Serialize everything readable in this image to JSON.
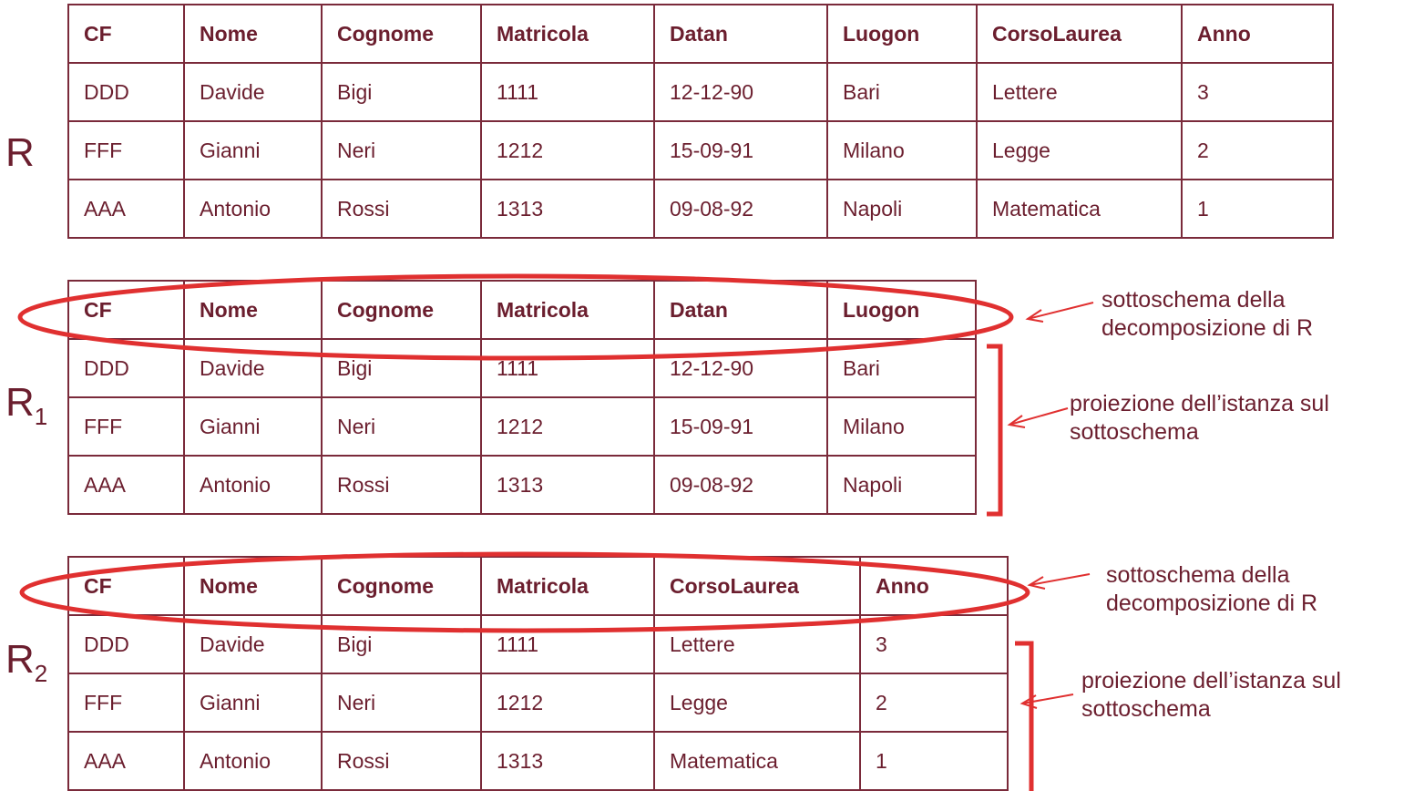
{
  "relations": {
    "r": {
      "name": "R",
      "headers": [
        "CF",
        "Nome",
        "Cognome",
        "Matricola",
        "Datan",
        "Luogon",
        "CorsoLaurea",
        "Anno"
      ],
      "rows": [
        [
          "DDD",
          "Davide",
          "Bigi",
          "1111",
          "12-12-90",
          "Bari",
          "Lettere",
          "3"
        ],
        [
          "FFF",
          "Gianni",
          "Neri",
          "1212",
          "15-09-91",
          "Milano",
          "Legge",
          "2"
        ],
        [
          "AAA",
          "Antonio",
          "Rossi",
          "1313",
          "09-08-92",
          "Napoli",
          "Matematica",
          "1"
        ]
      ]
    },
    "r1": {
      "name": "R",
      "subscript": "1",
      "headers": [
        "CF",
        "Nome",
        "Cognome",
        "Matricola",
        "Datan",
        "Luogon"
      ],
      "rows": [
        [
          "DDD",
          "Davide",
          "Bigi",
          "1111",
          "12-12-90",
          "Bari"
        ],
        [
          "FFF",
          "Gianni",
          "Neri",
          "1212",
          "15-09-91",
          "Milano"
        ],
        [
          "AAA",
          "Antonio",
          "Rossi",
          "1313",
          "09-08-92",
          "Napoli"
        ]
      ]
    },
    "r2": {
      "name": "R",
      "subscript": "2",
      "headers": [
        "CF",
        "Nome",
        "Cognome",
        "Matricola",
        "CorsoLaurea",
        "Anno"
      ],
      "rows": [
        [
          "DDD",
          "Davide",
          "Bigi",
          "1111",
          "Lettere",
          "3"
        ],
        [
          "FFF",
          "Gianni",
          "Neri",
          "1212",
          "Legge",
          "2"
        ],
        [
          "AAA",
          "Antonio",
          "Rossi",
          "1313",
          "Matematica",
          "1"
        ]
      ]
    }
  },
  "annotations": {
    "r1_schema": [
      "sottoschema della",
      "decomposizione di R"
    ],
    "r1_instance": [
      "proiezione dell’istanza sul",
      "sottoschema"
    ],
    "r2_schema": [
      "sottoschema della",
      "decomposizione di R"
    ],
    "r2_instance": [
      "proiezione dell’istanza sul",
      "sottoschema"
    ]
  },
  "colors": {
    "text": "#6b1e2e",
    "border": "#7a2a3a",
    "highlight": "#e03030"
  }
}
